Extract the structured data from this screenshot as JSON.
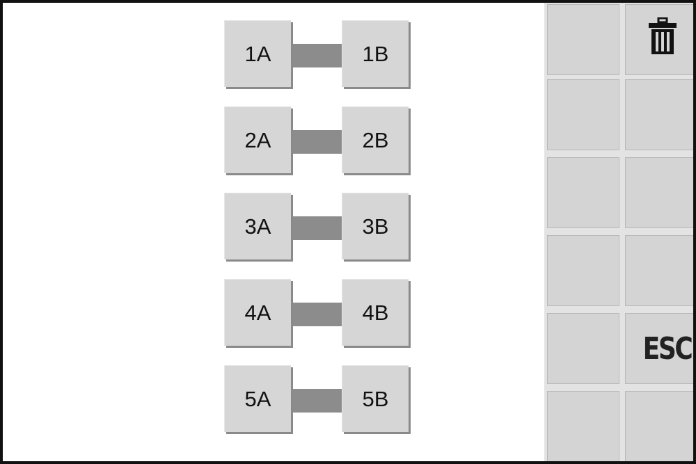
{
  "pairs": [
    {
      "a": "1A",
      "b": "1B"
    },
    {
      "a": "2A",
      "b": "2B"
    },
    {
      "a": "3A",
      "b": "3B"
    },
    {
      "a": "4A",
      "b": "4B"
    },
    {
      "a": "5A",
      "b": "5B"
    }
  ],
  "sidebar": {
    "delete_icon": "trash-icon",
    "esc_label": "ESC"
  },
  "colors": {
    "tile": "#d6d6d6",
    "link": "#8c8c8c",
    "border": "#111111"
  }
}
